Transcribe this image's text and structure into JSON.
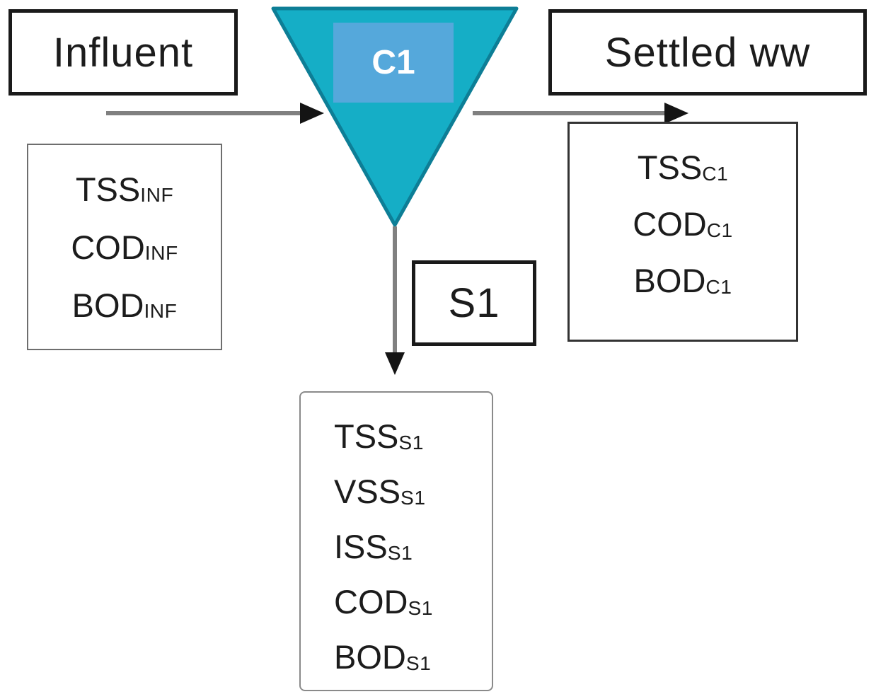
{
  "labels": {
    "influent": "Influent",
    "settled": "Settled ww",
    "clarifier": "C1",
    "sludge_stream": "S1"
  },
  "params": {
    "influent": [
      {
        "base": "TSS",
        "sub": "INF"
      },
      {
        "base": "COD",
        "sub": "INF"
      },
      {
        "base": "BOD",
        "sub": "INF"
      }
    ],
    "settled": [
      {
        "base": "TSS",
        "sub": "C1"
      },
      {
        "base": "COD",
        "sub": "C1"
      },
      {
        "base": "BOD",
        "sub": "C1"
      }
    ],
    "sludge": [
      {
        "base": "TSS",
        "sub": "S1"
      },
      {
        "base": "VSS",
        "sub": "S1"
      },
      {
        "base": "ISS",
        "sub": "S1"
      },
      {
        "base": "COD",
        "sub": "S1"
      },
      {
        "base": "BOD",
        "sub": "S1"
      }
    ]
  },
  "colors": {
    "background": "#ffffff",
    "clarifier_fill": "#15aec6",
    "clarifier_stroke": "#0d7e96",
    "clarifier_label_bg": "#55a8db",
    "clarifier_label_text": "#ffffff",
    "arrow_line": "#808080",
    "arrow_head": "#141414",
    "box_border_dark": "#1a1a1a",
    "box_border_gray": "#6e6e6e"
  }
}
